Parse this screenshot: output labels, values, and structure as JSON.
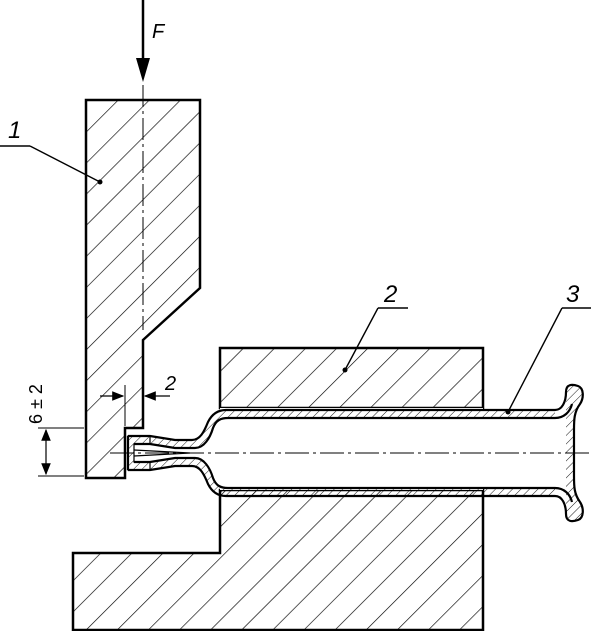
{
  "labels": {
    "force": "F",
    "punch": "1",
    "die": "2",
    "tube": "3",
    "gap": "2",
    "height": "6 ± 2"
  },
  "colors": {
    "line": "#000000",
    "background": "#ffffff"
  }
}
